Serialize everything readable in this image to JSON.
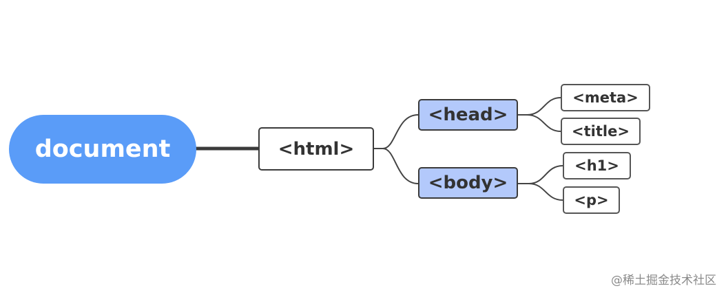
{
  "diagram": {
    "root": {
      "label": "document"
    },
    "html": {
      "label": "<html>"
    },
    "head": {
      "label": "<head>",
      "children": [
        "<meta>",
        "<title>"
      ]
    },
    "body": {
      "label": "<body>",
      "children": [
        "<h1>",
        "<p>"
      ]
    }
  },
  "watermark": "@稀土掘金技术社区",
  "colors": {
    "root_fill": "#5a9cf8",
    "level2_fill": "#b3c9fb",
    "border": "#3a3a3a"
  }
}
